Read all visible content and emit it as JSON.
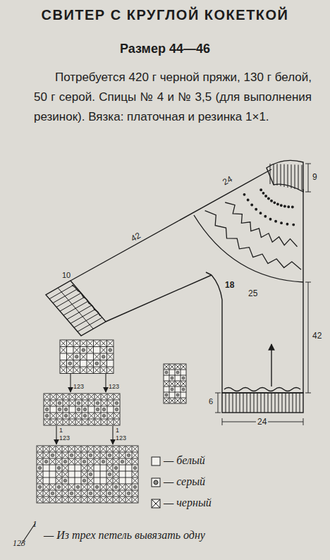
{
  "diagram": {
    "title": "СВИТЕР С КРУГЛОЙ КОКЕТКОЙ",
    "labels": [
      "Размер 44—46",
      "Потребуется 420 г черной пряжи, 130 г белой, 50 г серой. Спицы № 4 и № 3,5 (для выполнения резинок). Вязка: платочная и резинка 1×1.",
      "24",
      "9",
      "42",
      "10",
      "18",
      "25",
      "42",
      "6",
      "24",
      "123",
      "123",
      "1",
      "123",
      "1",
      "123",
      "1",
      "123"
    ],
    "legend": [
      {
        "text": "— белый"
      },
      {
        "text": "— серый"
      },
      {
        "text": "— черный"
      },
      {
        "text": "— Из трех петель вывязать одну"
      }
    ]
  }
}
